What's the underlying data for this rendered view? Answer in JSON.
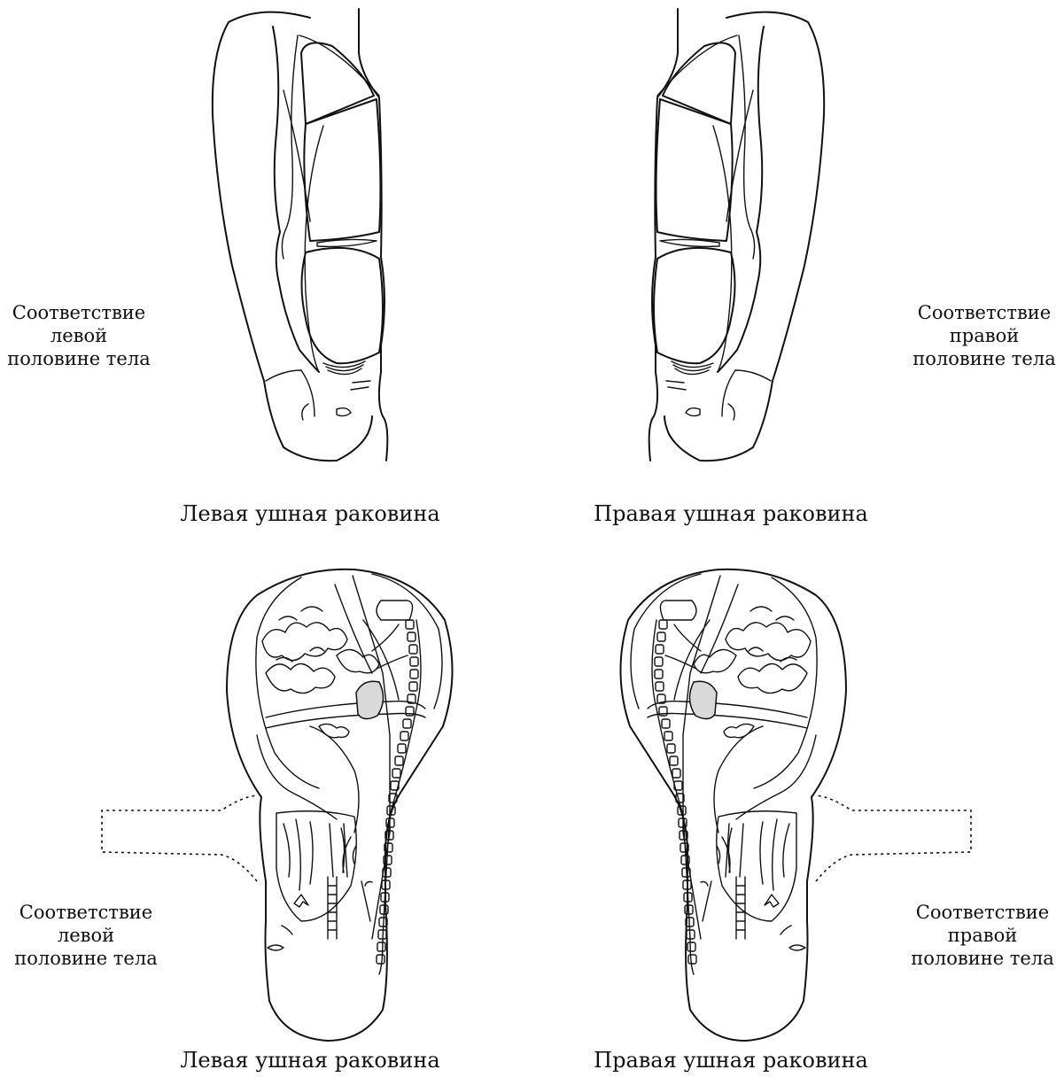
{
  "labels": {
    "top_left": [
      "Соответствие",
      "левой",
      "половине тела"
    ],
    "top_right": [
      "Соответствие",
      "правой",
      "половине тела"
    ],
    "bottom_left": [
      "Соответствие",
      "левой",
      "половине тела"
    ],
    "bottom_right": [
      "Соответствие",
      "правой",
      "половине тела"
    ]
  },
  "captions": {
    "top_left": "Левая ушная раковина",
    "top_right": "Правая ушная раковина",
    "bottom_left": "Левая ушная раковина",
    "bottom_right": "Правая ушная раковина"
  }
}
